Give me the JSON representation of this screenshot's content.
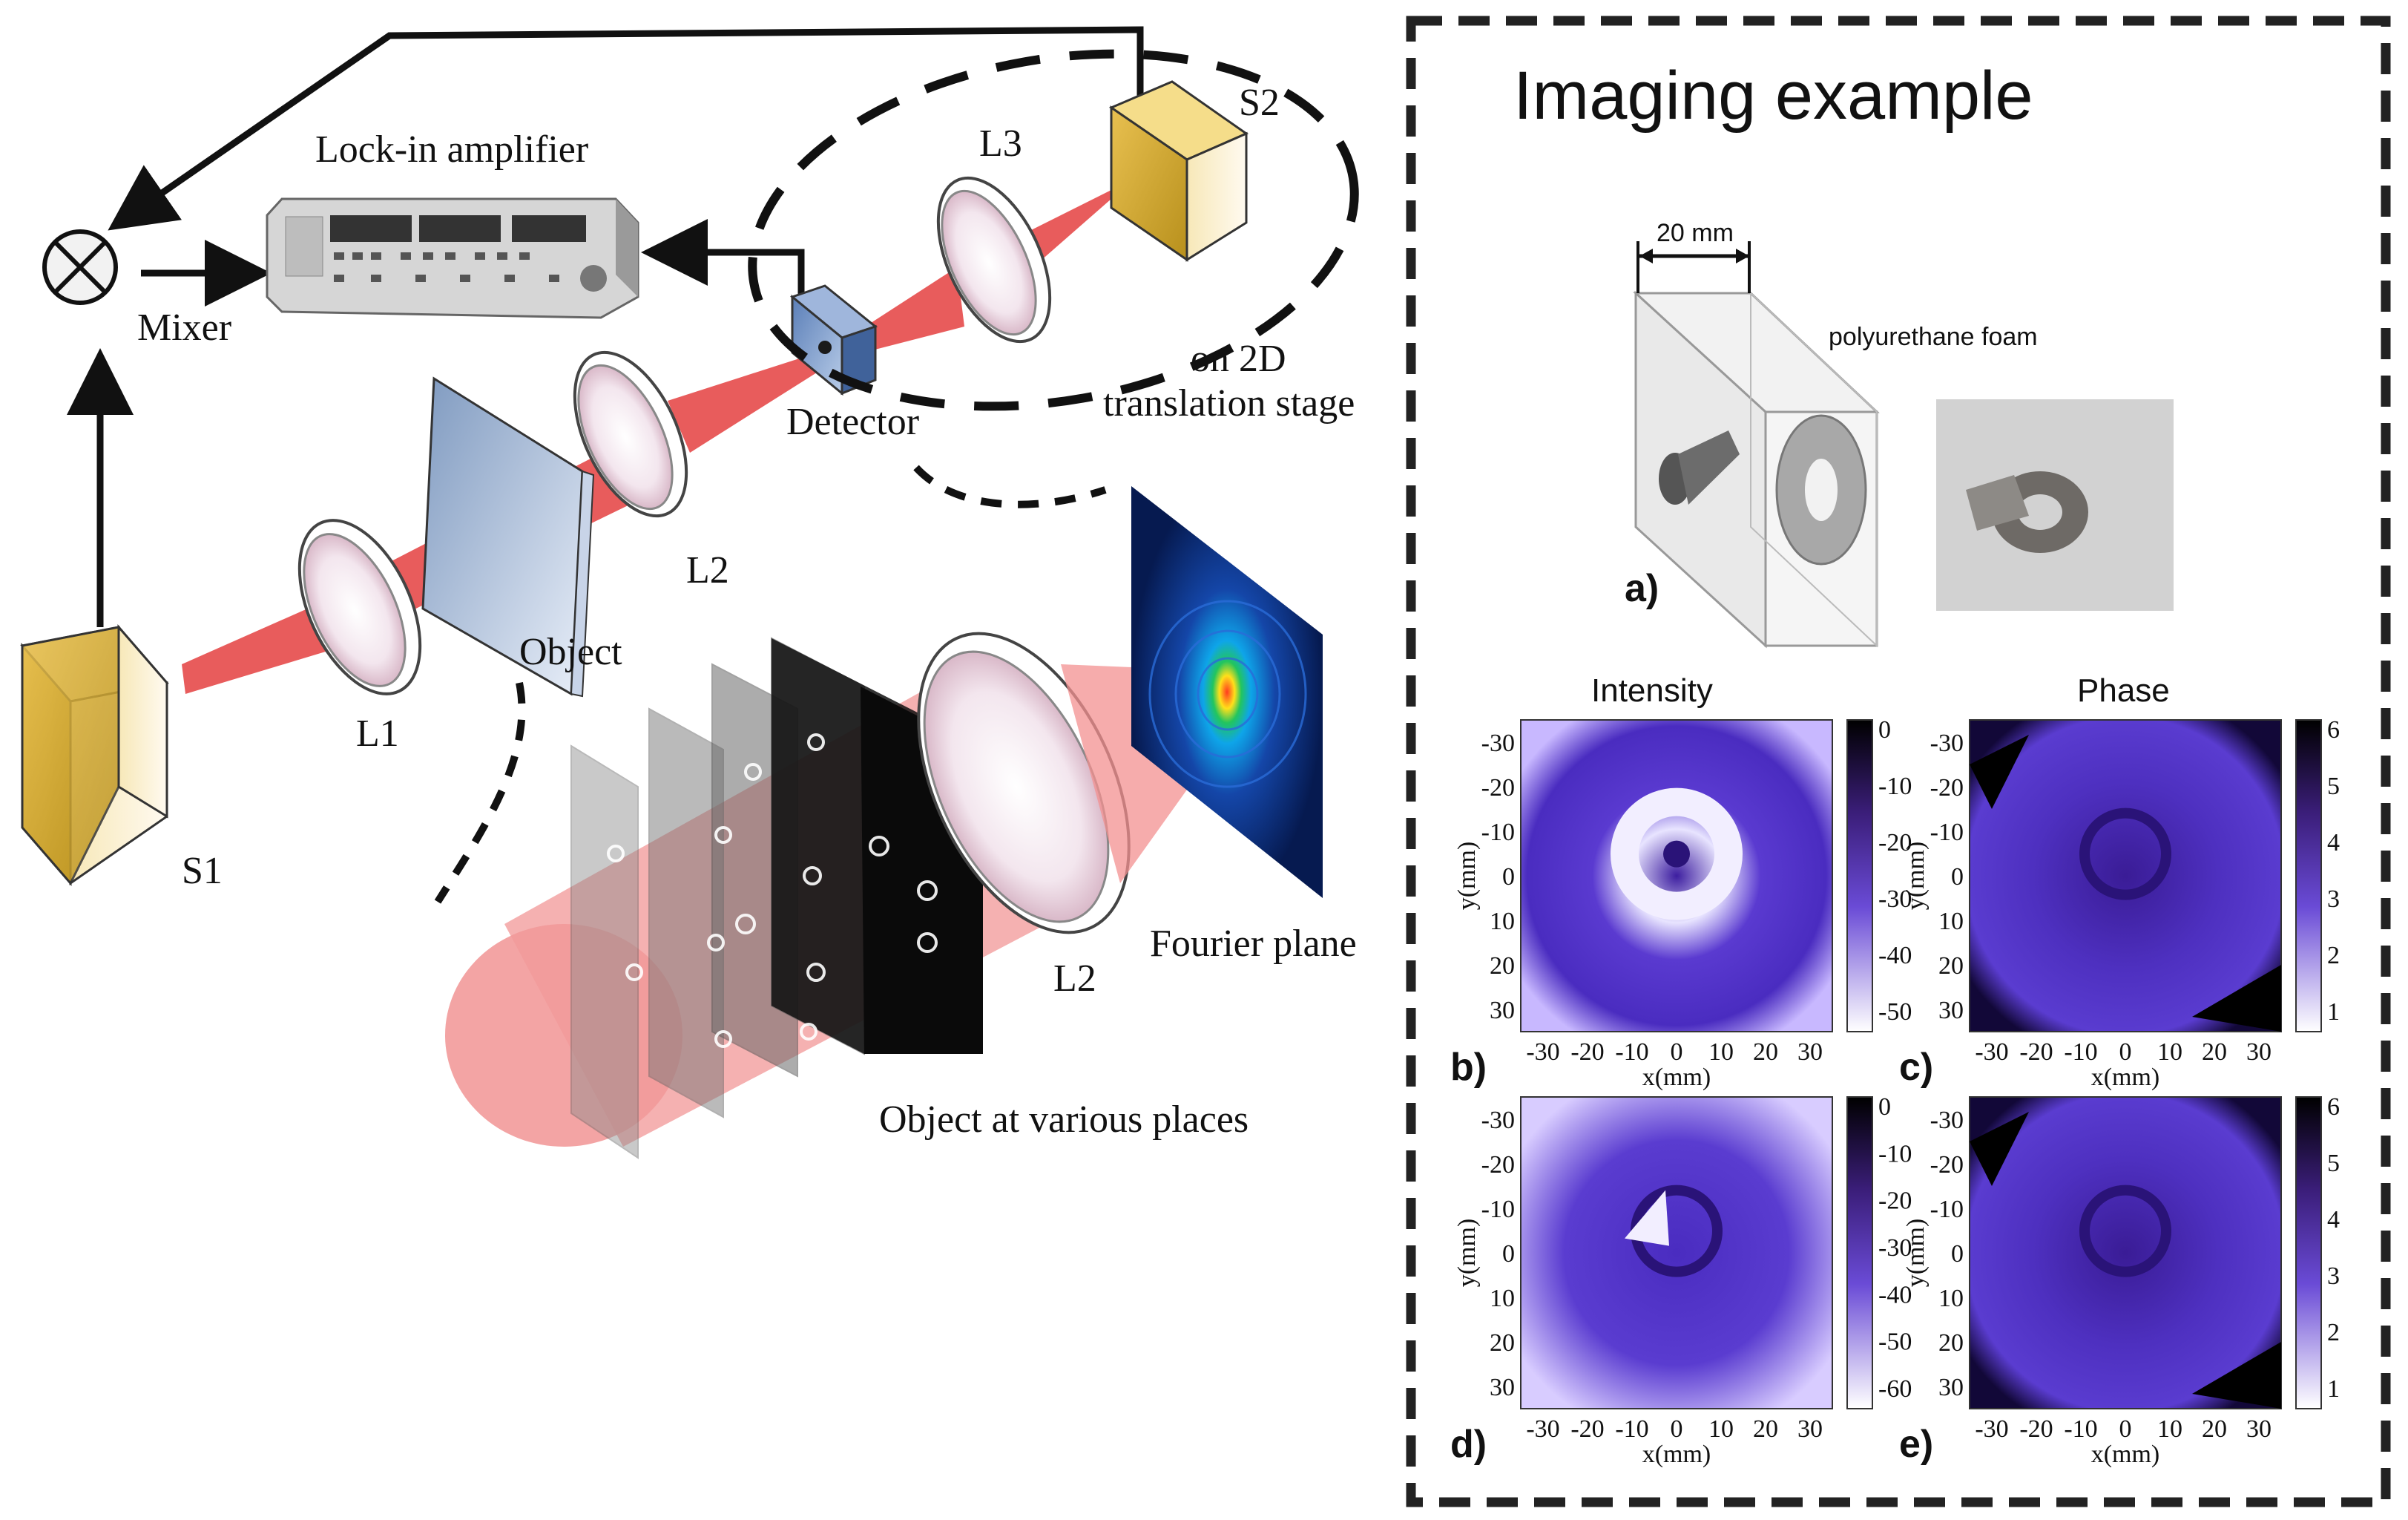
{
  "setup": {
    "labels": {
      "mixer": "Mixer",
      "lockin": "Lock-in amplifier",
      "detector": "Detector",
      "stage": [
        "on 2D",
        "translation stage"
      ],
      "s1": "S1",
      "s2": "S2",
      "l1": "L1",
      "l2a": "L2",
      "l3": "L3",
      "object": "Object",
      "l2b": "L2",
      "fourier": "Fourier plane",
      "object_places": "Object at various places"
    }
  },
  "example": {
    "title": "Imaging example",
    "sample": {
      "dimension": "20 mm",
      "material": "polyurethane foam",
      "panel_label": "a)"
    },
    "column_titles": {
      "intensity": "Intensity",
      "phase": "Phase"
    },
    "panels": [
      {
        "label": "b)",
        "quantity": "Intensity",
        "colorbar_ticks": [
          "0",
          "-10",
          "-20",
          "-30",
          "-40",
          "-50"
        ]
      },
      {
        "label": "c)",
        "quantity": "Phase",
        "colorbar_ticks": [
          "6",
          "5",
          "4",
          "3",
          "2",
          "1"
        ]
      },
      {
        "label": "d)",
        "quantity": "Intensity",
        "colorbar_ticks": [
          "0",
          "-10",
          "-20",
          "-30",
          "-40",
          "-50",
          "-60"
        ]
      },
      {
        "label": "e)",
        "quantity": "Phase",
        "colorbar_ticks": [
          "6",
          "5",
          "4",
          "3",
          "2",
          "1"
        ]
      }
    ],
    "axes": {
      "xlabel": "x(mm)",
      "ylabel": "y(mm)",
      "xticks": [
        "-30",
        "-20",
        "-10",
        "0",
        "10",
        "20",
        "30"
      ],
      "yticks": [
        "-30",
        "-20",
        "-10",
        "0",
        "10",
        "20",
        "30"
      ]
    }
  }
}
